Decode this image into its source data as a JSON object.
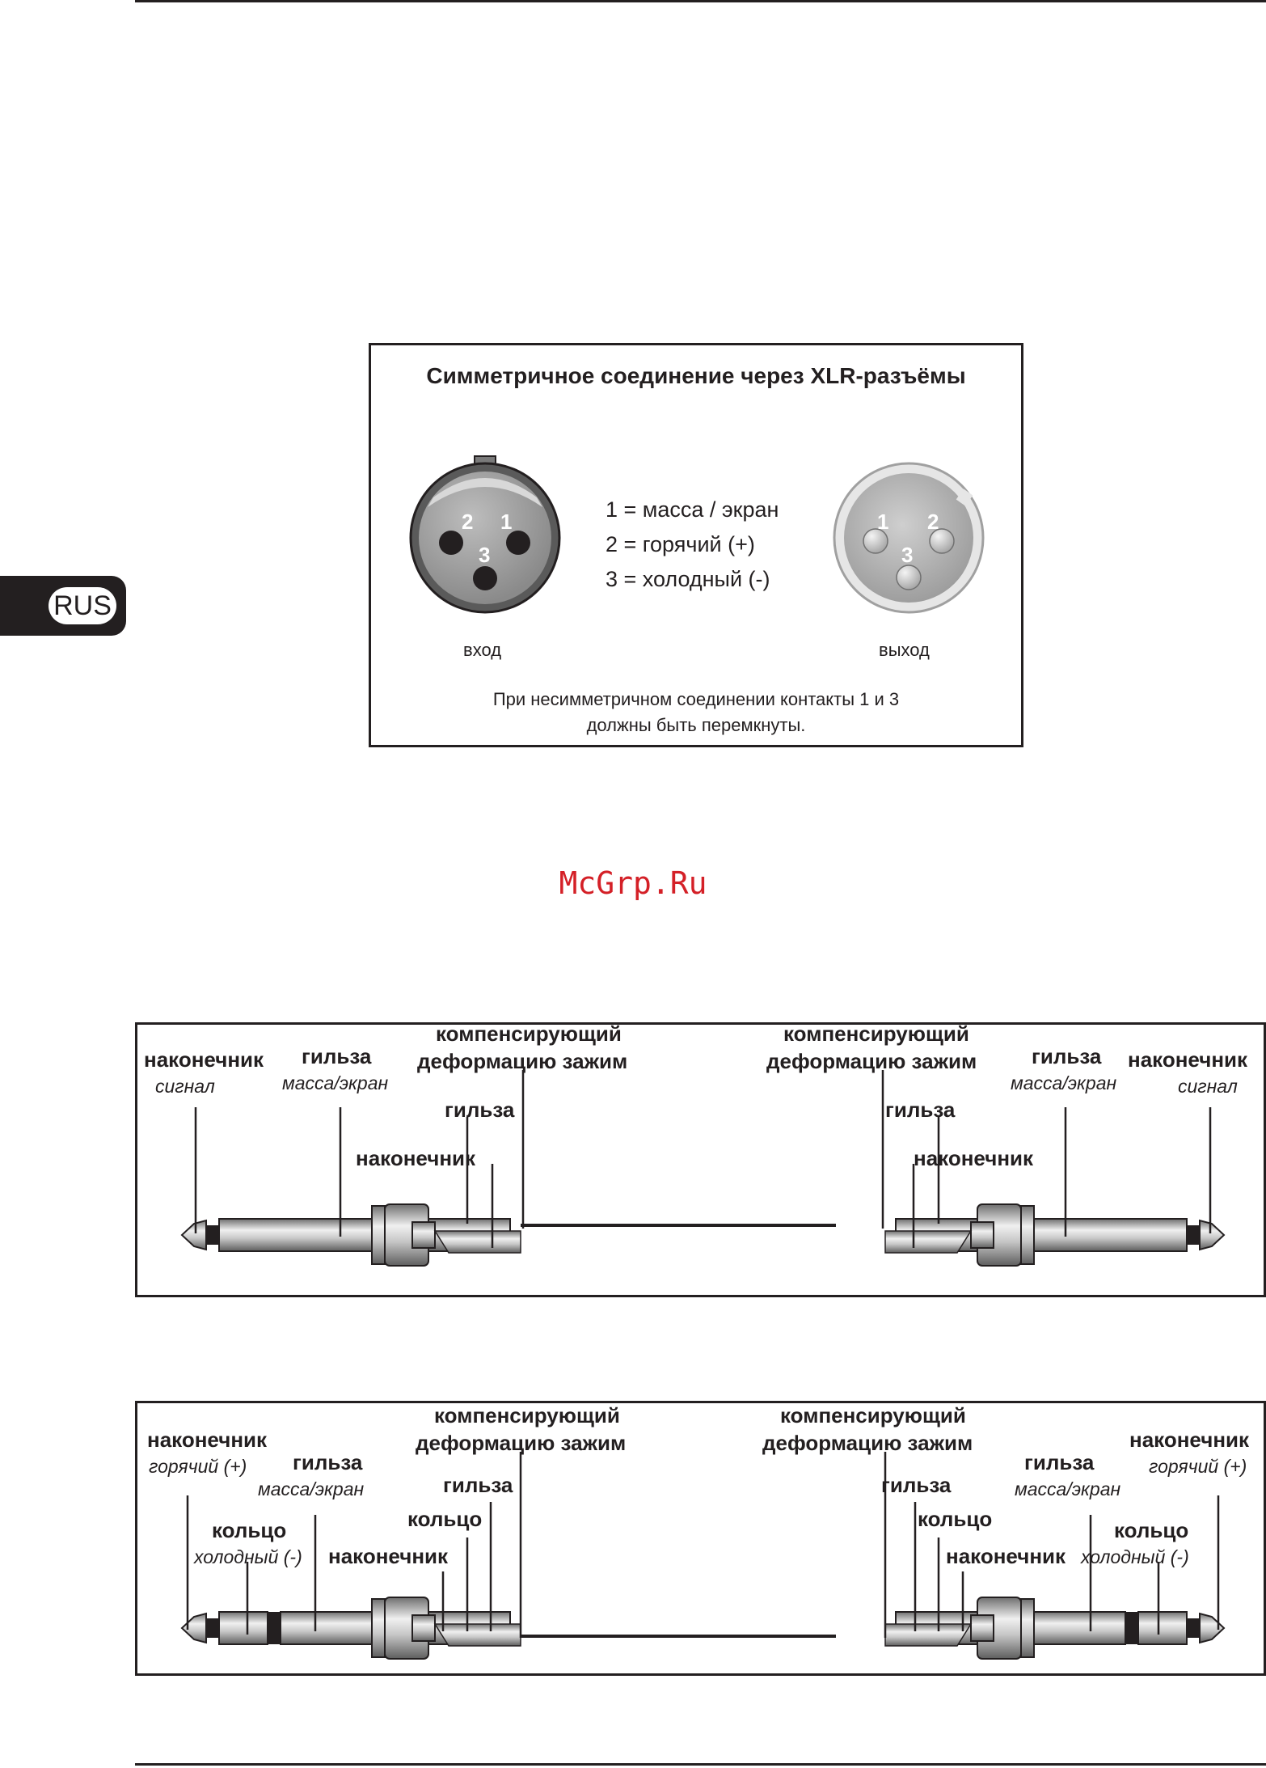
{
  "language_tab": "RUS",
  "xlr": {
    "title": "Симметричное соединение через XLR-разъёмы",
    "legend": [
      "1 = масса / экран",
      "2 = горячий (+)",
      "3 = холодный (-)"
    ],
    "input_label": "вход",
    "output_label": "выход",
    "female_pins": [
      "2",
      "1",
      "3"
    ],
    "male_pins": [
      "1",
      "2",
      "3"
    ],
    "note_line1": "При несимметричном соединении контакты 1 и 3",
    "note_line2": "должны быть перемкнуты."
  },
  "watermark": "McGrp.Ru",
  "mono_cable": {
    "tip": "наконечник",
    "tip_sub": "сигнал",
    "sleeve": "гильза",
    "sleeve_sub": "масса/экран",
    "strain_line1": "компенсирующий",
    "strain_line2": "деформацию зажим",
    "inner_sleeve": "гильза",
    "inner_tip": "наконечник"
  },
  "stereo_cable": {
    "tip": "наконечник",
    "tip_sub": "горячий (+)",
    "sleeve": "гильза",
    "sleeve_sub": "масса/экран",
    "ring": "кольцо",
    "ring_sub": "холодный (-)",
    "strain_line1": "компенсирующий",
    "strain_line2": "деформацию зажим",
    "inner_sleeve": "гильза",
    "inner_ring": "кольцо",
    "inner_tip": "наконечник"
  }
}
